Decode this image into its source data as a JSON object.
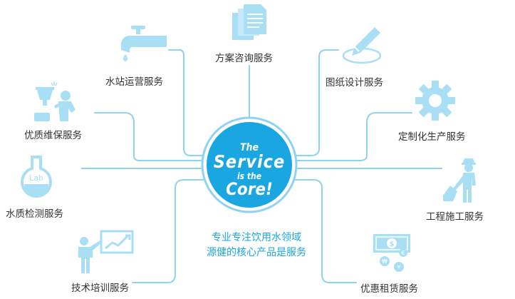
{
  "core": {
    "line1": "The",
    "line2": "Service",
    "line3": "is the",
    "line4": "Core!"
  },
  "tagline": {
    "line1": "专业专注饮用水领域",
    "line2": "源健的核心产品是服务"
  },
  "services": [
    {
      "label": "方案咨询服务",
      "icon": "documents-icon"
    },
    {
      "label": "水站运营服务",
      "icon": "water-tap-icon"
    },
    {
      "label": "图纸设计服务",
      "icon": "pencil-drawing-icon"
    },
    {
      "label": "优质维保服务",
      "icon": "repair-worker-icon"
    },
    {
      "label": "定制化生产服务",
      "icon": "gear-icon"
    },
    {
      "label": "水质检测服务",
      "icon": "lab-flask-icon"
    },
    {
      "label": "工程施工服务",
      "icon": "construction-worker-icon"
    },
    {
      "label": "技术培训服务",
      "icon": "presentation-trainer-icon"
    },
    {
      "label": "优惠租赁服务",
      "icon": "money-icon"
    }
  ],
  "lab_text": "Lab",
  "colors": {
    "accent": "#1aa6e0",
    "line": "#8fd3f1",
    "icon": "#a9dff5",
    "text": "#333333"
  }
}
